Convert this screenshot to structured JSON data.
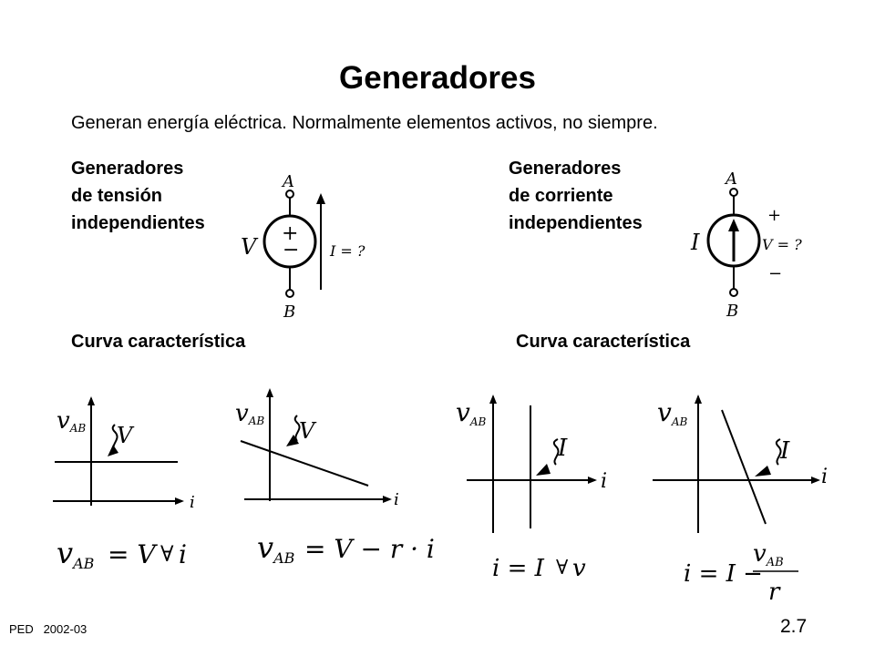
{
  "title": "Generadores",
  "subtitle": "Generan energía eléctrica. Normalmente elementos activos, no siempre.",
  "voltage_source": {
    "heading_lines": [
      "Generadores",
      "de tensión",
      "independientes"
    ],
    "node_top": "A",
    "node_bottom": "B",
    "source_symbol": "V",
    "plus": "+",
    "minus": "−",
    "current_label": "I = ?"
  },
  "current_source": {
    "heading_lines": [
      "Generadores",
      "de corriente",
      "independientes"
    ],
    "node_top": "A",
    "node_bottom": "B",
    "source_symbol": "I",
    "plus": "+",
    "minus": "−",
    "voltage_label": "V = ?"
  },
  "curve_label_left": "Curva característica",
  "curve_label_right": "Curva característica",
  "graphs": {
    "v_axis": "v",
    "v_sub": "AB",
    "i_axis": "i",
    "graph1_label": "V",
    "graph2_label": "V",
    "graph3_label": "I",
    "graph4_label": "I"
  },
  "equations": {
    "eq1": {
      "lhs": "v",
      "sub": "AB",
      "rhs": "= V",
      "forall": "∀",
      "var": "i"
    },
    "eq2": {
      "lhs": "v",
      "sub": "AB",
      "rhs": "= V − r · i"
    },
    "eq3": {
      "lhs": "i = I",
      "forall": "∀",
      "var": "v"
    },
    "eq4": {
      "lhs": "i = I −",
      "num_v": "v",
      "num_sub": "AB",
      "den": "r"
    }
  },
  "footer": "PED   2002-03",
  "page_number": "2.7"
}
